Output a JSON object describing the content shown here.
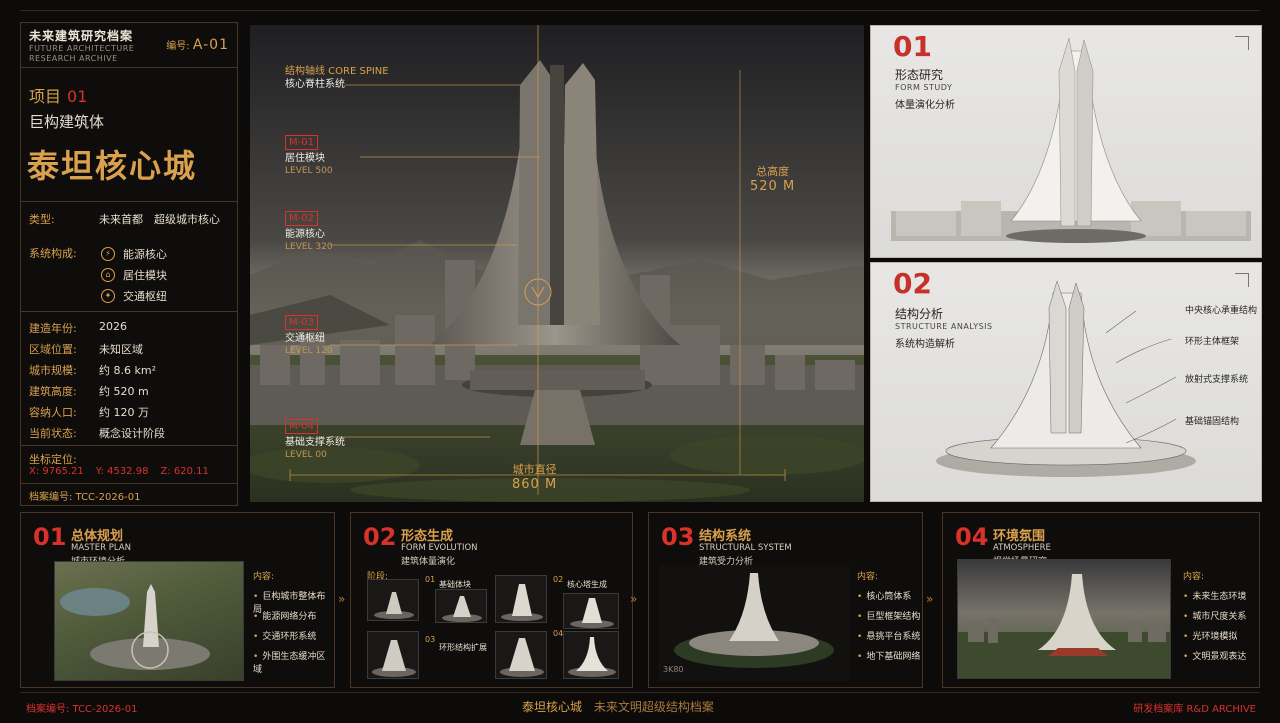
{
  "archive": {
    "title_cn": "未来建筑研究档案",
    "title_en_1": "FUTURE ARCHITECTURE",
    "title_en_2": "RESEARCH ARCHIVE",
    "code_label": "编号:",
    "code_value": "A-01"
  },
  "project": {
    "label": "项目",
    "number": "01",
    "subtitle": "巨构建筑体",
    "title": "泰坦核心城",
    "type_label": "类型:",
    "type_value": "未来首都　超级城市核心",
    "system_label": "系统构成:",
    "systems": [
      {
        "icon": "energy-core-icon",
        "glyph": "⚡",
        "label": "能源核心"
      },
      {
        "icon": "residential-module-icon",
        "glyph": "⌂",
        "label": "居住模块"
      },
      {
        "icon": "transport-hub-icon",
        "glyph": "✦",
        "label": "交通枢纽"
      }
    ],
    "facts": [
      {
        "k": "建造年份:",
        "v": "2026"
      },
      {
        "k": "区域位置:",
        "v": "未知区域"
      },
      {
        "k": "城市规模:",
        "v": "约 8.6 km²"
      },
      {
        "k": "建筑高度:",
        "v": "约 520 m"
      },
      {
        "k": "容纳人口:",
        "v": "约 120 万"
      },
      {
        "k": "当前状态:",
        "v": "概念设计阶段"
      }
    ],
    "coord_label": "坐标定位:",
    "coord_x": "X: 9765.21",
    "coord_y": "Y: 4532.98",
    "coord_z": "Z: 620.11",
    "archive_no": "档案编号: TCC-2026-01"
  },
  "hero": {
    "spine_en": "结构轴线 CORE SPINE",
    "spine_cn": "核心脊柱系统",
    "modules": [
      {
        "tag": "M-01",
        "cn": "居住模块",
        "lv": "LEVEL 500"
      },
      {
        "tag": "M-02",
        "cn": "能源核心",
        "lv": "LEVEL 320"
      },
      {
        "tag": "M-03",
        "cn": "交通枢纽",
        "lv": "LEVEL 120"
      },
      {
        "tag": "M-04",
        "cn": "基础支撑系统",
        "lv": "LEVEL 00"
      }
    ],
    "height_label": "总高度",
    "height_value": "520 M",
    "diameter_label": "城市直径",
    "diameter_value": "860 M"
  },
  "form_study": {
    "num": "01",
    "cn": "形态研究",
    "en": "FORM STUDY",
    "desc": "体量演化分析"
  },
  "structure": {
    "num": "02",
    "cn": "结构分析",
    "en": "STRUCTURE ANALYSIS",
    "desc": "系统构造解析",
    "labels": [
      "中央核心承重结构",
      "环形主体框架",
      "放射式支撑系统",
      "基础锚固结构"
    ]
  },
  "cards": [
    {
      "num": "01",
      "cn": "总体规划",
      "en": "MASTER PLAN",
      "desc": "城市环境分析",
      "list_head": "内容:",
      "items": [
        "巨构城市整体布局",
        "能源网络分布",
        "交通环形系统",
        "外围生态缓冲区域"
      ]
    },
    {
      "num": "02",
      "cn": "形态生成",
      "en": "FORM EVOLUTION",
      "desc": "建筑体量演化",
      "stage_head": "阶段:",
      "stages": [
        {
          "n": "01",
          "label": "基础体块"
        },
        {
          "n": "02",
          "label": "核心塔生成"
        },
        {
          "n": "03",
          "label": "环形结构扩展"
        },
        {
          "n": "04",
          "label": ""
        }
      ]
    },
    {
      "num": "03",
      "cn": "结构系统",
      "en": "STRUCTURAL SYSTEM",
      "desc": "建筑受力分析",
      "list_head": "内容:",
      "items": [
        "核心筒体系",
        "巨型框架结构",
        "悬挑平台系统",
        "地下基础网络"
      ],
      "stamp": "3K80"
    },
    {
      "num": "04",
      "cn": "环境氛围",
      "en": "ATMOSPHERE",
      "desc": "视觉场景研究",
      "list_head": "内容:",
      "items": [
        "未来生态环境",
        "城市尺度关系",
        "光环境模拟",
        "文明景观表达"
      ]
    }
  ],
  "footer": {
    "left": "档案编号: TCC-2026-01",
    "center_a": "泰坦核心城",
    "center_b": "未来文明超级结构档案",
    "right": "研发档案库 R&D ARCHIVE"
  },
  "colors": {
    "accent_gold": "#d9a04e",
    "accent_red": "#d8322a",
    "background": "#0c0b0a"
  }
}
